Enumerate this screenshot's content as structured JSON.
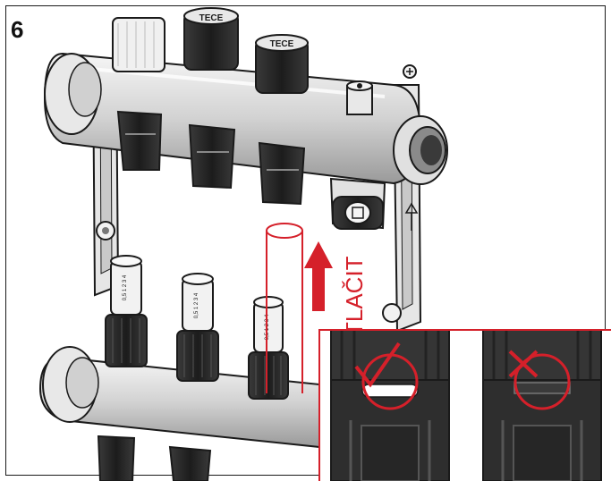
{
  "step": {
    "number": "6"
  },
  "brand": {
    "cap_text": "TECE"
  },
  "callout": {
    "label": "TLAČIT"
  },
  "gauges": {
    "scale_text": "0,5 1 2 3 4"
  },
  "colors": {
    "accent": "#d5202a",
    "outline": "#1a1a1a",
    "inset_bg": "#2c2c2c"
  },
  "inset": {
    "correct_state": "check",
    "wrong_state": "cross"
  }
}
